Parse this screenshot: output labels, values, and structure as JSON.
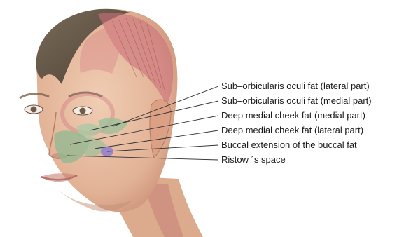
{
  "labels": [
    "Sub–orbicularis oculi fat (lateral part)",
    "Sub–orbicularis oculi fat (medial part)",
    "Deep medial cheek fat (medial part)",
    "Deep medial cheek fat (lateral part)",
    "Buccal extension of the buccal fat",
    "Ristow ´s space"
  ],
  "colors": {
    "skin": "#e9c3a6",
    "skin_shadow": "#d59b80",
    "hair": "#6f6150",
    "muscle": "#c9707a",
    "fat_green": "#9cbf9a",
    "buccal_purple": "#8c7fd0",
    "leader_line": "#333333"
  }
}
